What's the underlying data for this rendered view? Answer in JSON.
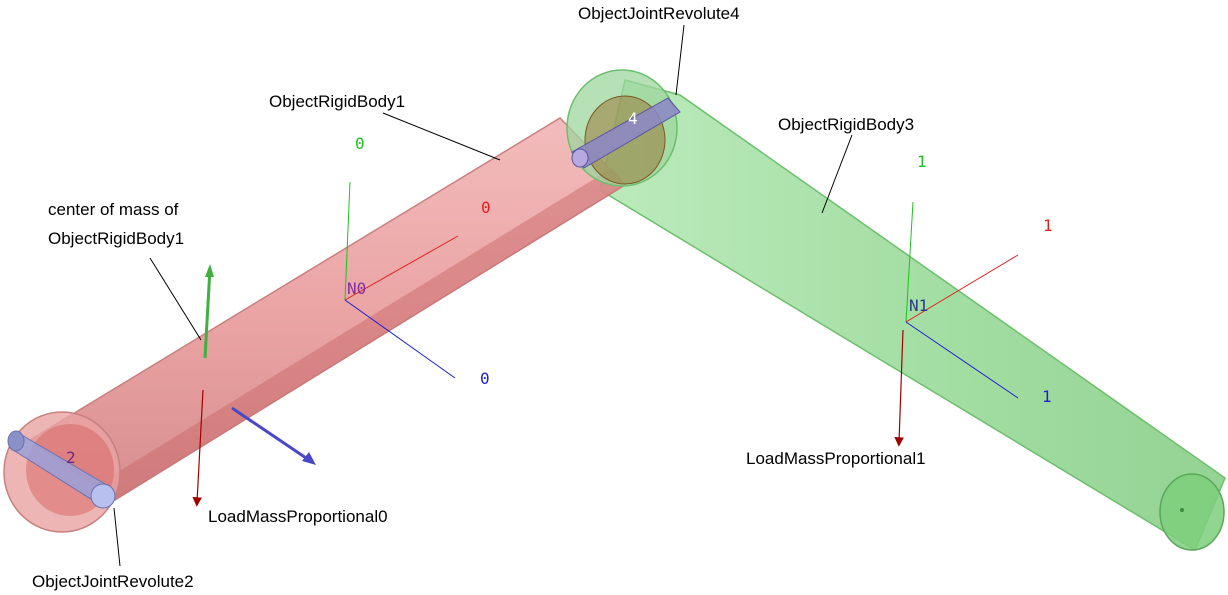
{
  "callouts": {
    "joint4": "ObjectJointRevolute4",
    "body1": "ObjectRigidBody1",
    "body3": "ObjectRigidBody3",
    "com_line1": "center of mass of",
    "com_line2": "ObjectRigidBody1",
    "load0": "LoadMassProportional0",
    "load1": "LoadMassProportional1",
    "joint2": "ObjectJointRevolute2"
  },
  "node_labels": {
    "n0": "N0",
    "n1": "N1"
  },
  "axis_labels": {
    "n0_x": "0",
    "n0_y": "0",
    "n0_z": "0",
    "n1_x": "1",
    "n1_y": "1",
    "n1_z": "1"
  },
  "marker_labels": {
    "joint2": "2",
    "joint4": "4"
  },
  "colors": {
    "body1_fill": "#e89a9a",
    "body1_edge": "#c06060",
    "body3_fill": "#8fd98f",
    "body3_edge": "#5aa85a",
    "axis_x": "#e02020",
    "axis_y": "#20c020",
    "axis_z": "#2020d0",
    "node_label": "#8030a0",
    "load_arrow": "#a00000",
    "joint_fill": "#9aa8e0"
  }
}
